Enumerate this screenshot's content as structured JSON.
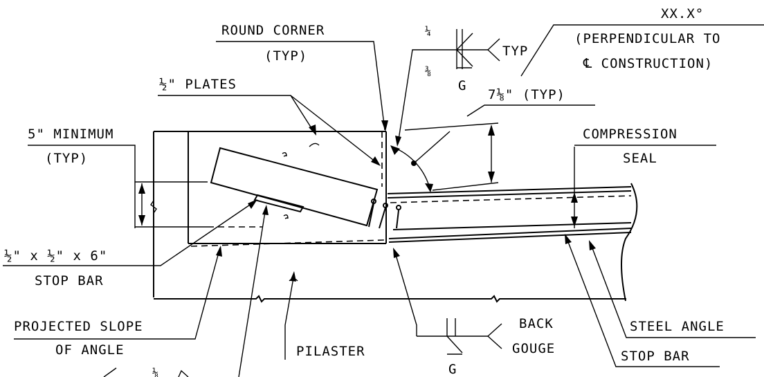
{
  "labels": {
    "round_corner_1": "ROUND CORNER",
    "round_corner_2": "(TYP)",
    "half_plates": "½\" PLATES",
    "min_5_1": "5\" MINIMUM",
    "min_5_2": "(TYP)",
    "stop_bar_size": "½\" x ½\" x 6\"",
    "stop_bar_left": "STOP BAR",
    "projected_1": "PROJECTED SLOPE",
    "projected_2": "OF ANGLE",
    "pilaster": "PILASTER",
    "angle_1": "XX.X°",
    "angle_2": "(PERPENDICULAR TO",
    "angle_3": "℄ CONSTRUCTION)",
    "dim_7_1_8": "7⅛\" (TYP)",
    "compression_1": "COMPRESSION",
    "compression_2": "SEAL",
    "steel_angle": "STEEL ANGLE",
    "stop_bar_right": "STOP BAR",
    "back_gouge_1": "BACK",
    "back_gouge_2": "GOUGE",
    "weld_top_quarter": "¼",
    "weld_top_3_8": "⅜",
    "weld_top_g": "G",
    "weld_top_typ": "TYP",
    "weld_bottom_g": "G",
    "weld_partial": "⅛"
  }
}
